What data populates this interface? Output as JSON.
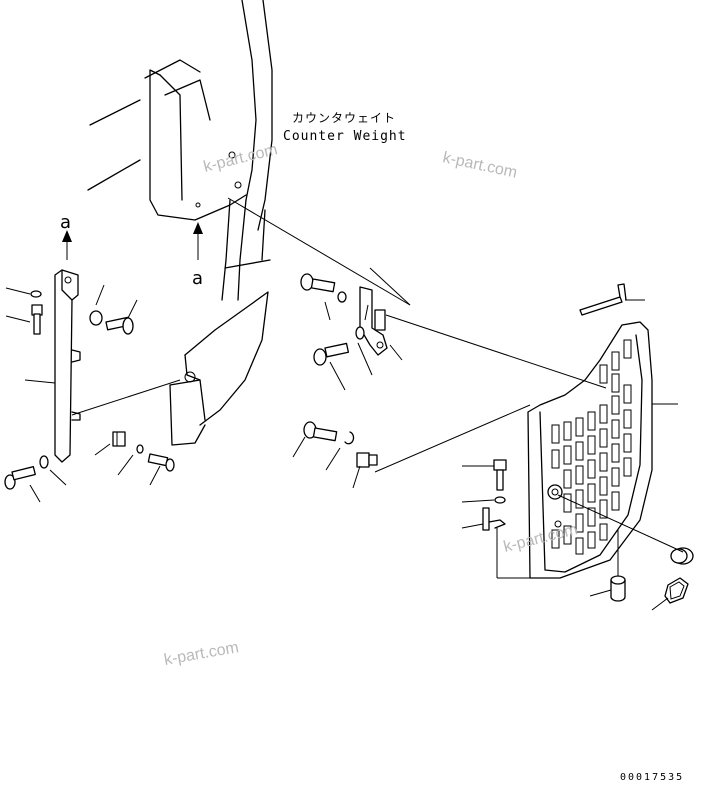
{
  "labels": {
    "counterweight_jp": "カウンタウェイト",
    "counterweight_en": "Counter Weight",
    "view_a_top": "a",
    "view_a_bottom": "a",
    "drawing_code": "00017535"
  },
  "watermarks": [
    "k-part.com",
    "k-part.com",
    "k-part.com",
    "k-part.com"
  ]
}
